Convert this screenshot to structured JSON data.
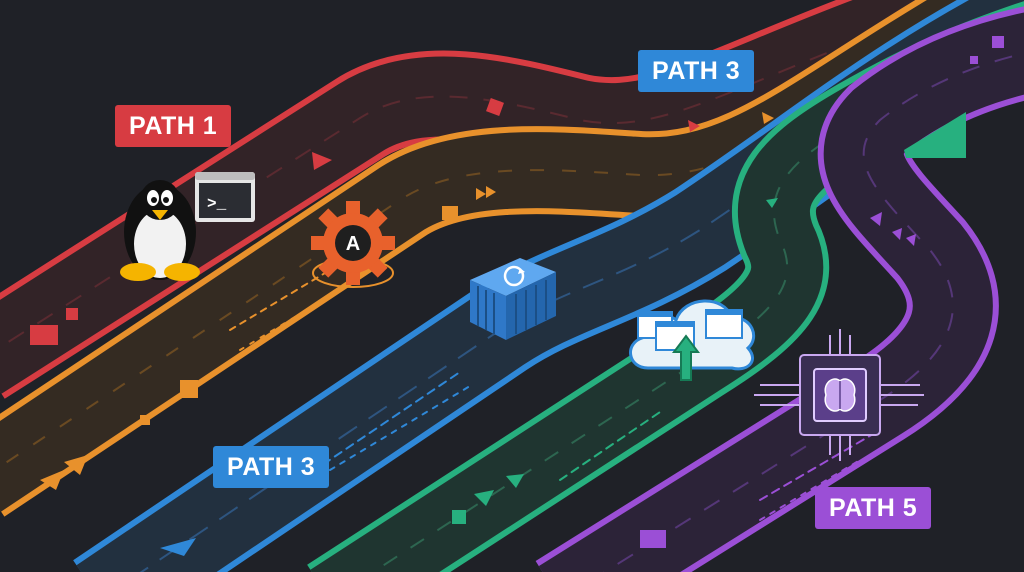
{
  "labels": {
    "path1": "PATH 1",
    "path3_top": "PATH 3",
    "path3_bottom": "PATH 3",
    "path5": "PATH 5"
  },
  "colors": {
    "background": "#1f2127",
    "red_path": "#d73c42",
    "orange_path": "#e8912c",
    "blue_path": "#2f88d8",
    "green_path": "#27b07f",
    "purple_path": "#9b4fd6"
  },
  "icons": [
    "linux-penguin-icon",
    "terminal-icon",
    "ansible-gear-icon",
    "container-box-icon",
    "cloud-deploy-icon",
    "ai-chip-icon"
  ],
  "terminal_prompt": ">_",
  "ansible_letter": "A"
}
